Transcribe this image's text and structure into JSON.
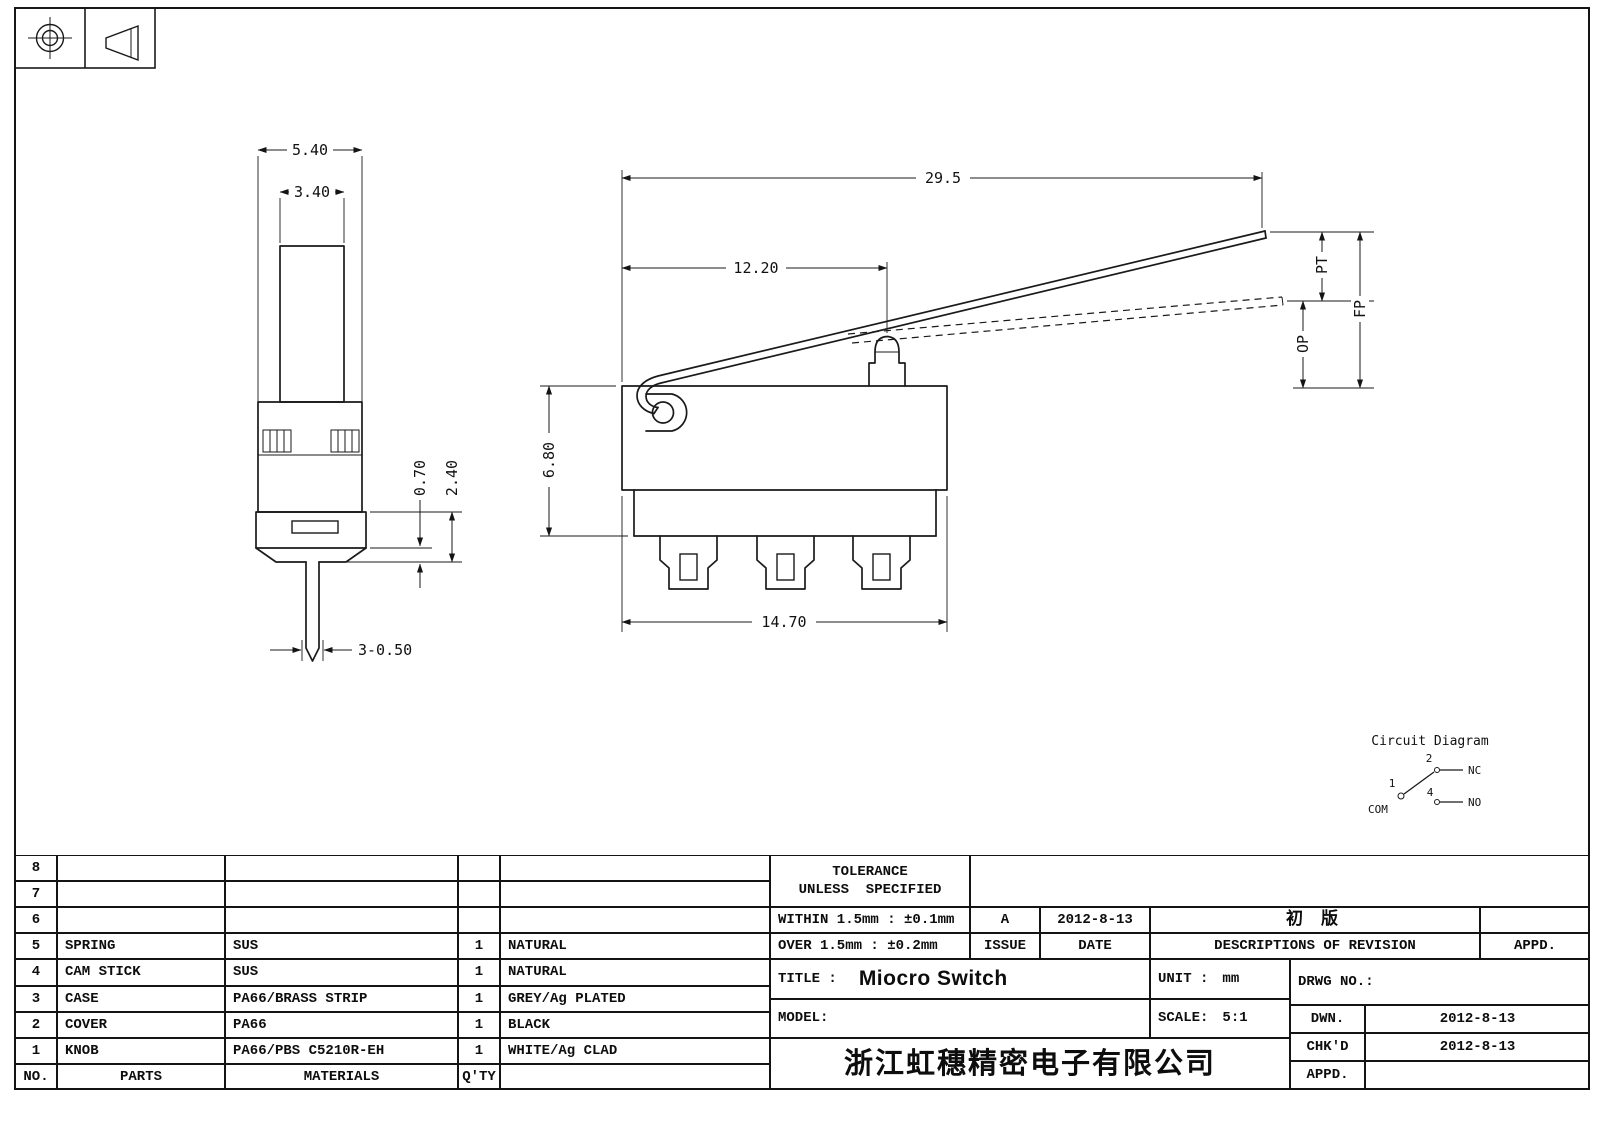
{
  "knob_view": {
    "dim_flange_width": "5.40",
    "dim_stem_width": "3.40",
    "dim_step": "0.70",
    "dim_neck": "2.40",
    "dim_pin": "3-0.50"
  },
  "switch_view": {
    "dim_lever_length": "29.5",
    "dim_plunger_offset": "12.20",
    "dim_body_height": "6.80",
    "dim_body_width": "14.70",
    "label_pt": "PT",
    "label_fp": "FP",
    "label_op": "OP"
  },
  "circuit": {
    "title": "Circuit Diagram",
    "pin1": "1",
    "pin2": "2",
    "pin4": "4",
    "com": "COM",
    "nc": "NC",
    "no": "NO"
  },
  "parts_table": {
    "headers": {
      "no": "NO.",
      "parts": "PARTS",
      "materials": "MATERIALS",
      "qty": "Q'TY"
    },
    "rows": [
      {
        "no": "8",
        "part": "",
        "material": "",
        "qty": "",
        "finish": ""
      },
      {
        "no": "7",
        "part": "",
        "material": "",
        "qty": "",
        "finish": ""
      },
      {
        "no": "6",
        "part": "",
        "material": "",
        "qty": "",
        "finish": ""
      },
      {
        "no": "5",
        "part": "SPRING",
        "material": "SUS",
        "qty": "1",
        "finish": "NATURAL"
      },
      {
        "no": "4",
        "part": "CAM STICK",
        "material": "SUS",
        "qty": "1",
        "finish": "NATURAL"
      },
      {
        "no": "3",
        "part": "CASE",
        "material": "PA66/BRASS STRIP",
        "qty": "1",
        "finish": "GREY/Ag PLATED"
      },
      {
        "no": "2",
        "part": "COVER",
        "material": "PA66",
        "qty": "1",
        "finish": "BLACK"
      },
      {
        "no": "1",
        "part": "KNOB",
        "material": "PA66/PBS C5210R-EH",
        "qty": "1",
        "finish": "WHITE/Ag CLAD"
      }
    ]
  },
  "title_block": {
    "tolerance_line1": "TOLERANCE",
    "tolerance_line2": "UNLESS  SPECIFIED",
    "within": "WITHIN 1.5mm : ±0.1mm",
    "over": "OVER 1.5mm : ±0.2mm",
    "issue_value": "A",
    "issue_label": "ISSUE",
    "date_value": "2012-8-13",
    "date_label": "DATE",
    "revision_value": "初 版",
    "revision_label": "DESCRIPTIONS OF REVISION",
    "appd_label": "APPD.",
    "title_label": "TITLE :",
    "title_value": "Miocro Switch",
    "unit_label": "UNIT :",
    "unit_value": "mm",
    "drwg_label": "DRWG NO.:",
    "model_label": "MODEL:",
    "scale_label": "SCALE:",
    "scale_value": "5:1",
    "dwn_label": "DWN.",
    "dwn_date": "2012-8-13",
    "chkd_label": "CHK'D",
    "chkd_date": "2012-8-13",
    "appd2_label": "APPD.",
    "company": "浙江虹穗精密电子有限公司"
  }
}
